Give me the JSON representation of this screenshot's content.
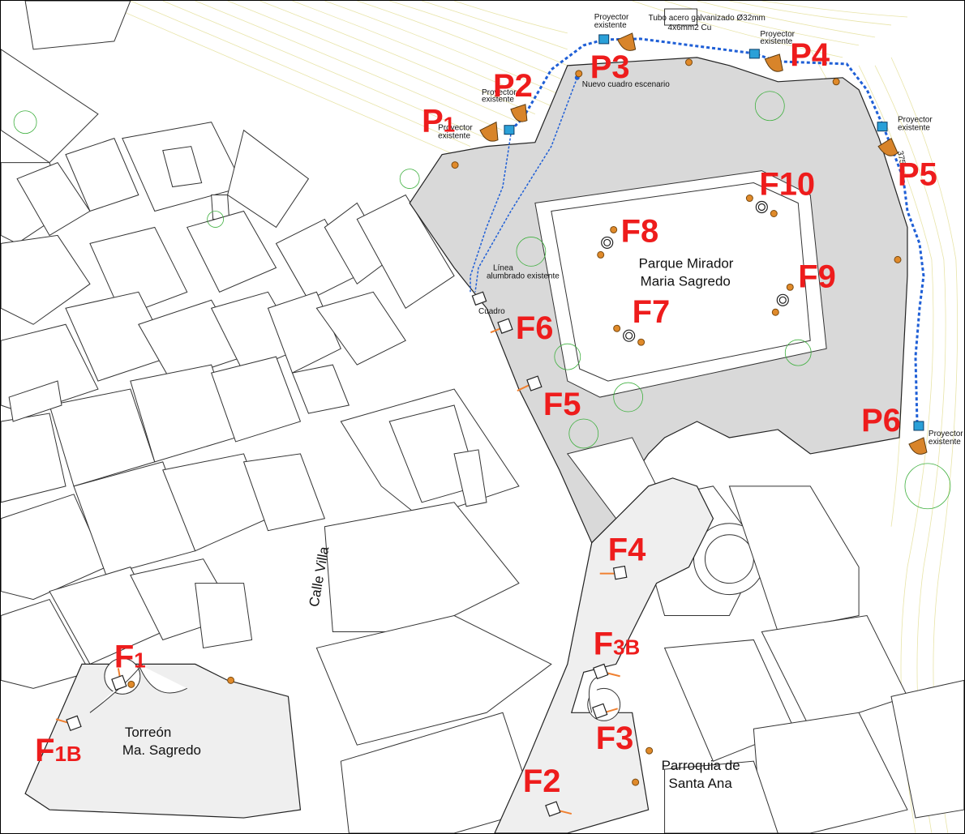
{
  "labels": {
    "p1": {
      "main": "P",
      "sub": "1"
    },
    "p2": "P2",
    "p3": "P3",
    "p4": "P4",
    "p5": "P5",
    "p6": "P6",
    "f1": {
      "main": "F",
      "sub": "1"
    },
    "f1b": {
      "main": "F",
      "sub": "1B"
    },
    "f2": "F2",
    "f3": "F3",
    "f3b": {
      "main": "F",
      "sub": "3B"
    },
    "f4": "F4",
    "f5": "F5",
    "f6": "F6",
    "f7": "F7",
    "f8": "F8",
    "f9": "F9",
    "f10": "F10"
  },
  "annotations": {
    "proyector_1": "Proyector",
    "proyector_2": "existente",
    "tubo_1": "Tubo acero galvanizado Ø32mm",
    "tubo_2": "4x6mm2 Cu",
    "nuevo_cuadro": "Nuevo cuadro escenario",
    "linea_1": "Línea",
    "linea_2": "alumbrado existente",
    "cuadro": "Cuadro",
    "num_375": "375"
  },
  "places": {
    "parque_1": "Parque Mirador",
    "parque_2": "Maria Sagredo",
    "torreon_1": "Torreón",
    "torreon_2": "Ma. Sagredo",
    "parroquia_1": "Parroquia de",
    "parroquia_2": "Santa Ana",
    "calle": "Calle Villa"
  },
  "colors": {
    "label_red": "#ee1c1c",
    "cable_blue": "#1f5fd6",
    "lamp_orange": "#e08a2a",
    "plaza_gray": "#d9d9d9"
  }
}
